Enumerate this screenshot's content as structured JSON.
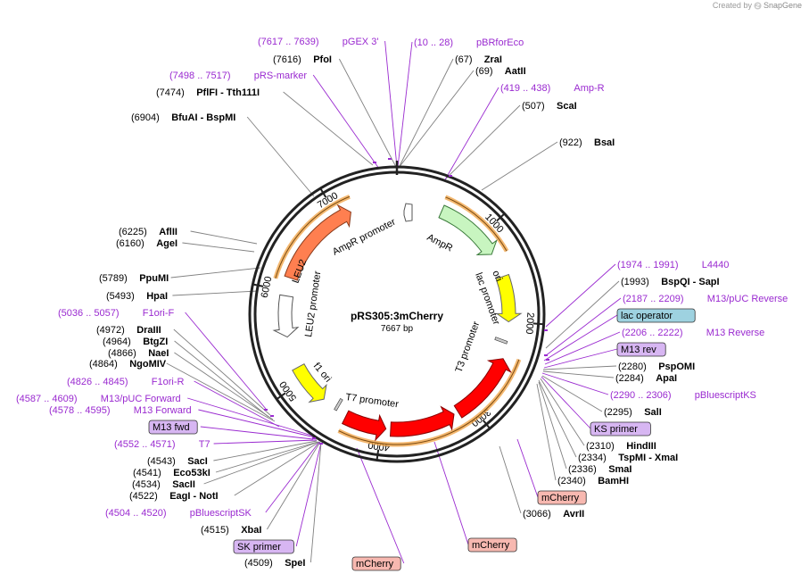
{
  "credit": {
    "prefix": "Created by",
    "brand": "SnapGene"
  },
  "plasmid": {
    "name": "pRS305:3mCherry",
    "size_label": "7667 bp",
    "length": 7667
  },
  "scale_ticks": [
    {
      "pos": 1000,
      "label": "1000"
    },
    {
      "pos": 2000,
      "label": "2000"
    },
    {
      "pos": 3000,
      "label": "3000"
    },
    {
      "pos": 4000,
      "label": "4000"
    },
    {
      "pos": 5000,
      "label": "5000"
    },
    {
      "pos": 6000,
      "label": "6000"
    },
    {
      "pos": 7000,
      "label": "7000"
    }
  ],
  "colors": {
    "ampr": "#c8f5c0",
    "ori": "#ffff00",
    "mcherry": "#ff0000",
    "leu2": "#ff7f50",
    "primer_purple": "#d7b6f2",
    "operator_blue": "#9ed2e0",
    "mcherry_box": "#f7b8b0",
    "site_line": "#808080",
    "feature_line": "#9a2ad0"
  },
  "features": {
    "ampr_promoter": "AmpR promoter",
    "ampr": "AmpR",
    "ori": "ori",
    "lac_promoter": "lac promoter",
    "t3_promoter": "T3 promoter",
    "t7_promoter": "T7 promoter",
    "f1_ori": "f1 ori",
    "leu2_promoter": "LEU2 promoter",
    "leu2": "LEU2"
  },
  "labels": [
    {
      "pos": "(7617 .. 7639)",
      "name": "pGEX 3'",
      "type": "feature"
    },
    {
      "pos": "(7616)",
      "name": "PfoI",
      "type": "site"
    },
    {
      "pos": "(7498 .. 7517)",
      "name": "pRS-marker",
      "type": "feature"
    },
    {
      "pos": "(7474)",
      "name": "PflFI - Tth111I",
      "type": "site"
    },
    {
      "pos": "(6904)",
      "name": "BfuAI - BspMI",
      "type": "site"
    },
    {
      "pos": "(6225)",
      "name": "AflII",
      "type": "site"
    },
    {
      "pos": "(6160)",
      "name": "AgeI",
      "type": "site"
    },
    {
      "pos": "(5789)",
      "name": "PpuMI",
      "type": "site"
    },
    {
      "pos": "(5493)",
      "name": "HpaI",
      "type": "site"
    },
    {
      "pos": "(5036 .. 5057)",
      "name": "F1ori-F",
      "type": "feature"
    },
    {
      "pos": "(4972)",
      "name": "DraIII",
      "type": "site"
    },
    {
      "pos": "(4964)",
      "name": "BtgZI",
      "type": "site"
    },
    {
      "pos": "(4866)",
      "name": "NaeI",
      "type": "site"
    },
    {
      "pos": "(4864)",
      "name": "NgoMIV",
      "type": "site"
    },
    {
      "pos": "(4826 .. 4845)",
      "name": "F1ori-R",
      "type": "feature"
    },
    {
      "pos": "(4587 .. 4609)",
      "name": "M13/pUC Forward",
      "type": "feature"
    },
    {
      "pos": "(4578 .. 4595)",
      "name": "M13 Forward",
      "type": "feature"
    },
    {
      "pos": "",
      "name": "M13 fwd",
      "type": "box-primer"
    },
    {
      "pos": "(4552 .. 4571)",
      "name": "T7",
      "type": "feature"
    },
    {
      "pos": "(4543)",
      "name": "SacI",
      "type": "site"
    },
    {
      "pos": "(4541)",
      "name": "Eco53kI",
      "type": "site"
    },
    {
      "pos": "(4534)",
      "name": "SacII",
      "type": "site"
    },
    {
      "pos": "(4522)",
      "name": "EagI - NotI",
      "type": "site"
    },
    {
      "pos": "(4504 .. 4520)",
      "name": "pBluescriptSK",
      "type": "feature"
    },
    {
      "pos": "(4515)",
      "name": "XbaI",
      "type": "site"
    },
    {
      "pos": "",
      "name": "SK primer",
      "type": "box-primer"
    },
    {
      "pos": "(4509)",
      "name": "SpeI",
      "type": "site"
    },
    {
      "pos": "",
      "name": "mCherry",
      "type": "box-mcherry"
    },
    {
      "pos": "",
      "name": "mCherry",
      "type": "box-mcherry"
    },
    {
      "pos": "(3066)",
      "name": "AvrII",
      "type": "site"
    },
    {
      "pos": "",
      "name": "mCherry",
      "type": "box-mcherry"
    },
    {
      "pos": "(2340)",
      "name": "BamHI",
      "type": "site"
    },
    {
      "pos": "(2336)",
      "name": "SmaI",
      "type": "site"
    },
    {
      "pos": "(2334)",
      "name": "TspMI - XmaI",
      "type": "site"
    },
    {
      "pos": "(2310)",
      "name": "HindIII",
      "type": "site"
    },
    {
      "pos": "",
      "name": "KS primer",
      "type": "box-primer"
    },
    {
      "pos": "(2295)",
      "name": "SalI",
      "type": "site"
    },
    {
      "pos": "(2290 .. 2306)",
      "name": "pBluescriptKS",
      "type": "feature"
    },
    {
      "pos": "(2284)",
      "name": "ApaI",
      "type": "site"
    },
    {
      "pos": "(2280)",
      "name": "PspOMI",
      "type": "site"
    },
    {
      "pos": "",
      "name": "M13 rev",
      "type": "box-primer"
    },
    {
      "pos": "(2206 .. 2222)",
      "name": "M13 Reverse",
      "type": "feature"
    },
    {
      "pos": "",
      "name": "lac operator",
      "type": "box-operator"
    },
    {
      "pos": "(2187 .. 2209)",
      "name": "M13/pUC Reverse",
      "type": "feature"
    },
    {
      "pos": "(1993)",
      "name": "BspQI - SapI",
      "type": "site"
    },
    {
      "pos": "(1974 .. 1991)",
      "name": "L4440",
      "type": "feature"
    },
    {
      "pos": "(922)",
      "name": "BsaI",
      "type": "site"
    },
    {
      "pos": "(507)",
      "name": "ScaI",
      "type": "site"
    },
    {
      "pos": "(419 .. 438)",
      "name": "Amp-R",
      "type": "feature"
    },
    {
      "pos": "(69)",
      "name": "AatII",
      "type": "site"
    },
    {
      "pos": "(67)",
      "name": "ZraI",
      "type": "site"
    },
    {
      "pos": "(10 .. 28)",
      "name": "pBRforEco",
      "type": "feature"
    }
  ]
}
